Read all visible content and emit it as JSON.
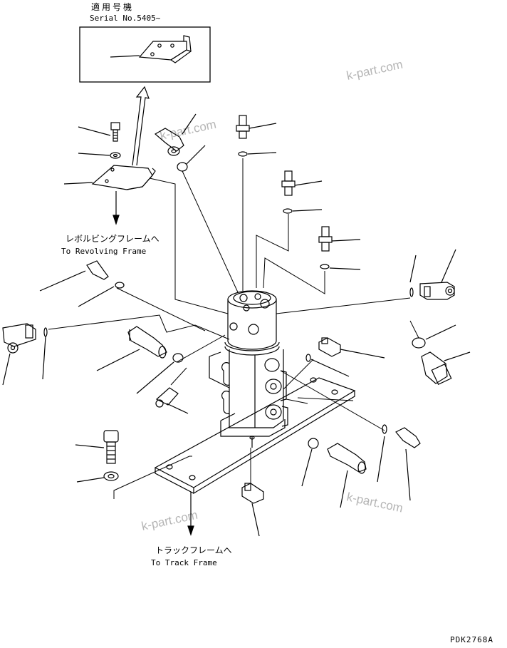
{
  "serial_box": {
    "title_jp": "適用号機",
    "serial": "Serial No.5405~"
  },
  "labels": {
    "revolving_jp": "レボルビングフレームへ",
    "revolving_en": "To Revolving Frame",
    "track_jp": "トラックフレームへ",
    "track_en": "To Track Frame",
    "drawing_no": "PDK2768A"
  },
  "watermark": "k-part.com"
}
